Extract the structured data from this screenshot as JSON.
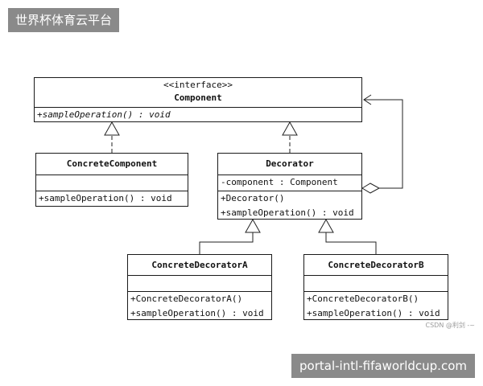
{
  "badges": {
    "top_left": "世界杯体育云平台",
    "bottom_right": "portal-intl-fifaworldcup.com"
  },
  "watermark": "CSDN @利剑 -~",
  "classes": {
    "component": {
      "stereotype": "<<interface>>",
      "name": "Component",
      "operations": [
        "+sampleOperation() : void"
      ]
    },
    "concrete_component": {
      "name": "ConcreteComponent",
      "operations": [
        "+sampleOperation() : void"
      ]
    },
    "decorator": {
      "name": "Decorator",
      "attributes": [
        "-component : Component"
      ],
      "operations": [
        "+Decorator()",
        "+sampleOperation() : void"
      ]
    },
    "concrete_decorator_a": {
      "name": "ConcreteDecoratorA",
      "operations": [
        "+ConcreteDecoratorA()",
        "+sampleOperation() : void"
      ]
    },
    "concrete_decorator_b": {
      "name": "ConcreteDecoratorB",
      "operations": [
        "+ConcreteDecoratorB()",
        "+sampleOperation() : void"
      ]
    }
  }
}
